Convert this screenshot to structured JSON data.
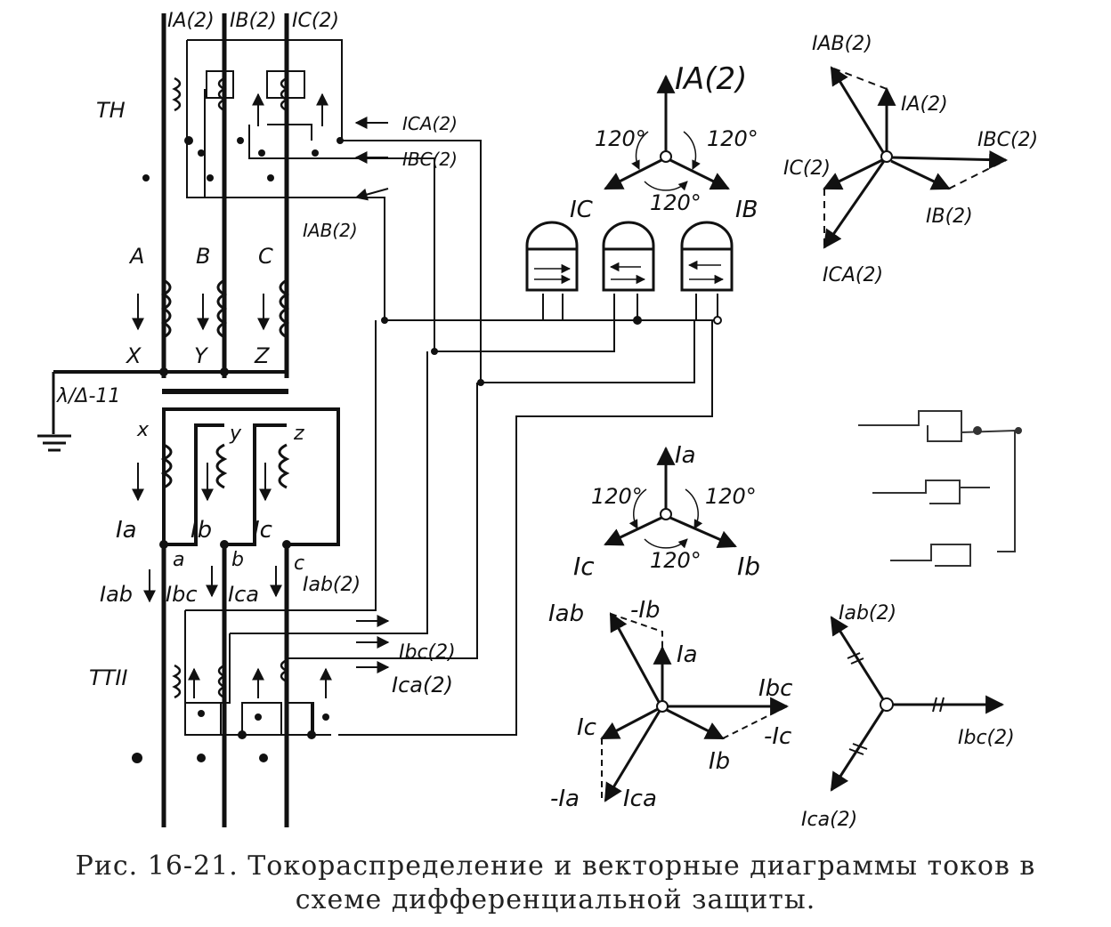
{
  "labels": {
    "IA2_top": "IA(2)",
    "IB2_top": "IB(2)",
    "IC2_top": "IC(2)",
    "TH": "TH",
    "ICA2": "ICA(2)",
    "IBC2": "IBC(2)",
    "IAB2": "IAB(2)",
    "A": "A",
    "B": "B",
    "C": "C",
    "X": "X",
    "Y": "Y",
    "Z": "Z",
    "conn": "λ/Δ-11",
    "x": "x",
    "y": "y",
    "z": "z",
    "Ia": "Ia",
    "Ib": "Ib",
    "Ic": "Ic",
    "a": "a",
    "b": "b",
    "c": "c",
    "Iab": "Iab",
    "Ibc": "Ibc",
    "Ica": "Ica",
    "Iab2": "Iab(2)",
    "Ibc2": "Ibc(2)",
    "Ica2": "Ica(2)",
    "TTII": "TTII",
    "v1_IA2": "IA(2)",
    "v1_120a": "120°",
    "v1_120b": "120°",
    "v1_120c": "120°",
    "v1_IC": "IC",
    "v1_IB": "IB",
    "v2_IAB2": "IAB(2)",
    "v2_IA2": "IA(2)",
    "v2_IBC2": "IBC(2)",
    "v2_IC2": "IC(2)",
    "v2_IB2": "IB(2)",
    "v2_ICA2": "ICA(2)",
    "v3_Ia": "Ia",
    "v3_120a": "120°",
    "v3_120b": "120°",
    "v3_120c": "120°",
    "v3_Ic": "Ic",
    "v3_Ib": "Ib",
    "v4_Iab": "Iab",
    "v4_mIb": "-Ib",
    "v4_Ia": "Ia",
    "v4_Ibc": "Ibc",
    "v4_mIc": "-Ic",
    "v4_Ic": "Ic",
    "v4_Ib": "Ib",
    "v4_mIa": "-Ia",
    "v4_Ica": "Ica",
    "v5_Iab2": "Iab(2)",
    "v5_Ibc2": "Ibc(2)",
    "v5_Ica2": "Ica(2)"
  },
  "caption": {
    "line1": "Рис. 16-21. Токораспределение и векторные диаграммы токов в",
    "line2": "схеме дифференциальной защиты."
  }
}
